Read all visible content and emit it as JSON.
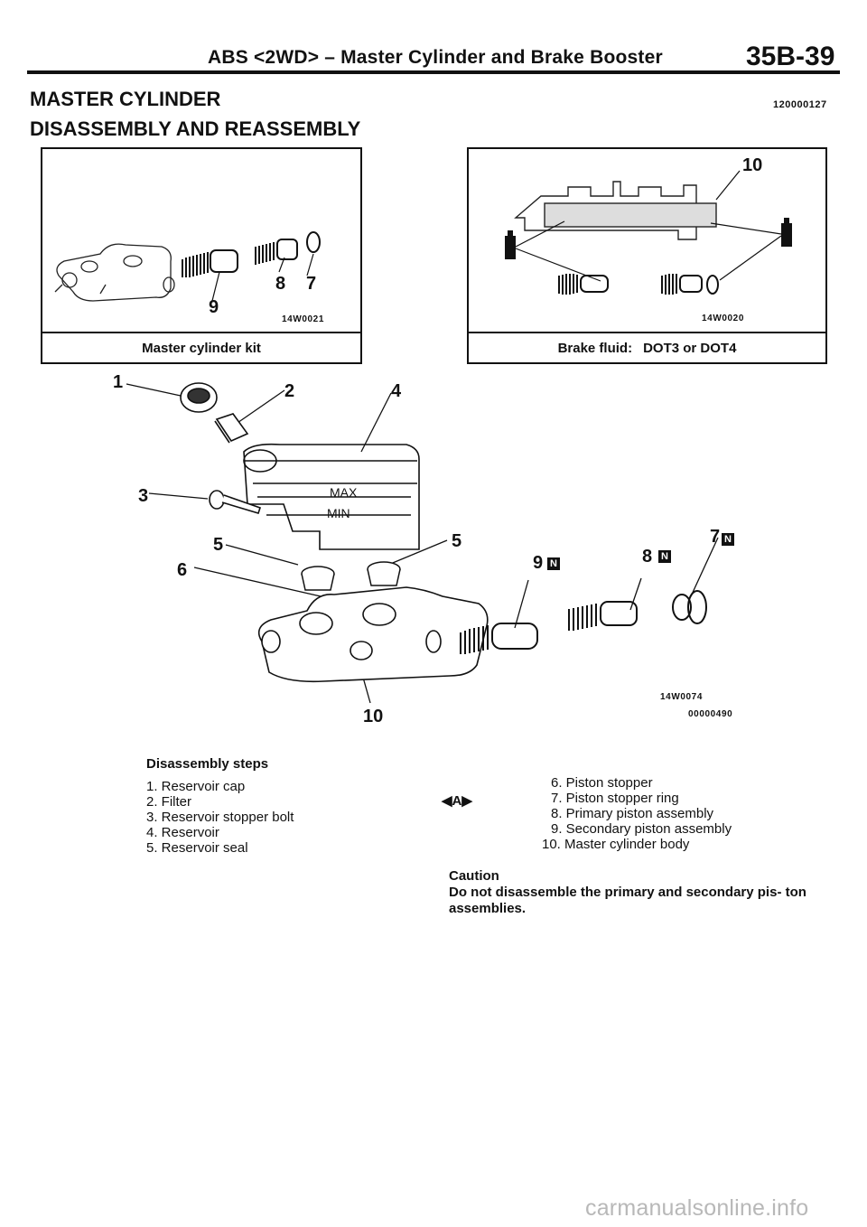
{
  "header": {
    "title": "ABS <2WD> – Master Cylinder and Brake Booster",
    "page_number": "35B-39"
  },
  "section": {
    "title": "MASTER CYLINDER",
    "subtitle": "DISASSEMBLY AND REASSEMBLY",
    "doc_id": "120000127"
  },
  "panel_left": {
    "caption": "Master cylinder kit",
    "fig_code": "14W0021",
    "callouts": [
      "9",
      "8",
      "7"
    ]
  },
  "panel_right": {
    "caption_label": "Brake fluid:",
    "caption_value": "DOT3 or DOT4",
    "fig_code": "14W0020",
    "callouts": [
      "10"
    ]
  },
  "main_figure": {
    "callouts": [
      "1",
      "2",
      "4",
      "3",
      "5",
      "6",
      "5",
      "9",
      "8",
      "7",
      "10"
    ],
    "marker_n": "N",
    "reservoir_max": "MAX",
    "reservoir_min": "MIN",
    "fig_code_1": "14W0074",
    "fig_code_2": "00000490"
  },
  "steps": {
    "heading": "Disassembly steps",
    "left": [
      "1. Reservoir cap",
      "2. Filter",
      "3. Reservoir stopper bolt",
      "4. Reservoir",
      "5. Reservoir seal"
    ],
    "service_mark": "◀A▶",
    "right": [
      "6. Piston stopper",
      "7. Piston stopper ring",
      "8. Primary piston assembly",
      "9. Secondary piston assembly",
      "10. Master cylinder body"
    ]
  },
  "caution": {
    "heading": "Caution",
    "text": "Do not disassemble the primary and secondary pis- ton assemblies."
  },
  "watermark": "carmanualsonline.info"
}
